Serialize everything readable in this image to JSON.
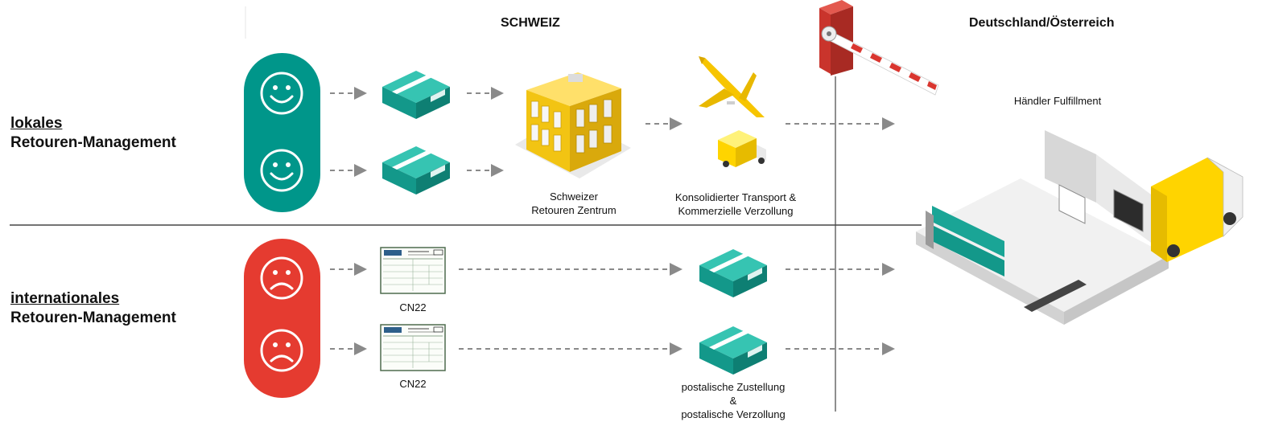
{
  "headers": {
    "switzerland": "SCHWEIZ",
    "germany_austria": "Deutschland/Österreich"
  },
  "rows": {
    "local": {
      "line1": "lokales",
      "line2": "Retouren-Management"
    },
    "international": {
      "line1": "internationales",
      "line2": "Retouren-Management"
    }
  },
  "captions": {
    "return_center": [
      "Schweizer",
      "Retouren Zentrum"
    ],
    "consolidated": [
      "Konsolidierter Transport &",
      "Kommerzielle Verzollung"
    ],
    "fulfillment": "Händler Fulfillment",
    "cn22_a": "CN22",
    "cn22_b": "CN22",
    "postal": [
      "postalische Zustellung",
      "&",
      "postalische Verzollung"
    ]
  },
  "colors": {
    "happy": "#00968a",
    "sad": "#e53b30",
    "package": "#1aa596",
    "building": "#f2c413",
    "truck": "#ffd400",
    "plane": "#f7c500",
    "barrier": "#d9362f",
    "arrow": "#8a8a8a"
  },
  "icons": [
    "happy-face-icon",
    "sad-face-icon",
    "package-icon",
    "building-icon",
    "plane-icon",
    "truck-icon",
    "cn22-form-icon",
    "barrier-icon",
    "warehouse-icon"
  ]
}
